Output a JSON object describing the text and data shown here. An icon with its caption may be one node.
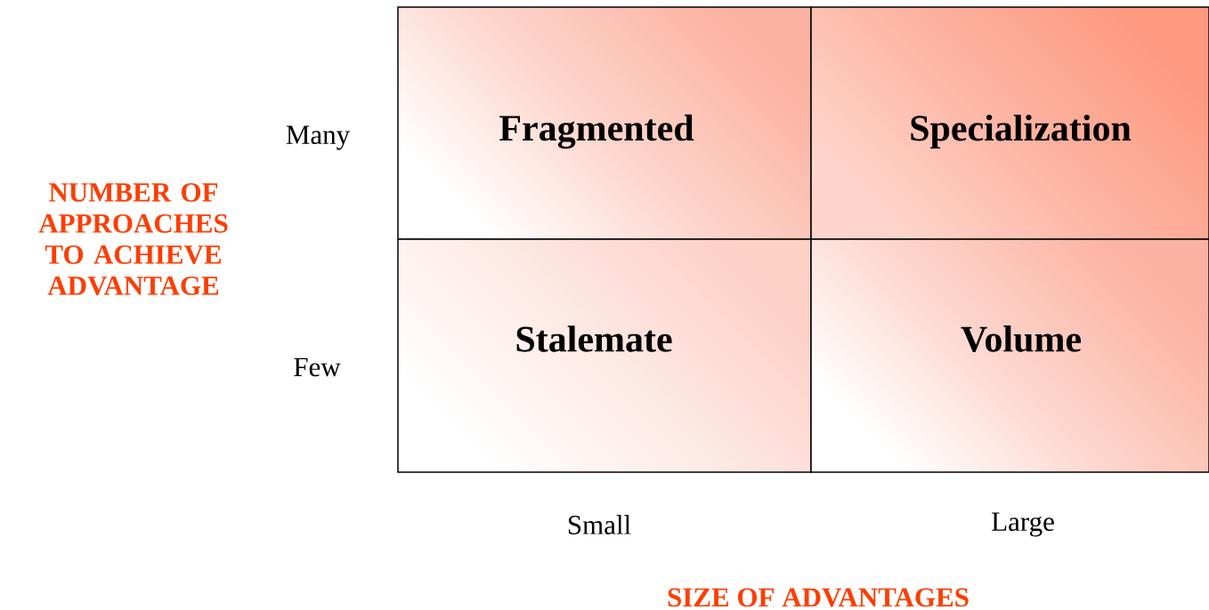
{
  "diagram": {
    "nodes": [
      {
        "text": [
          "Fragmented"
        ]
      },
      {
        "text": [
          "Specialization"
        ]
      },
      {
        "text": [
          "Stalemate"
        ]
      },
      {
        "text": [
          "Volume"
        ]
      }
    ],
    "labels": [
      "Many",
      "NUMBER OF APPROACHES TO ACHIEVE ADVANTAGE",
      "Few",
      "Small",
      "Large",
      "SIZE OF ADVANTAGES"
    ]
  }
}
